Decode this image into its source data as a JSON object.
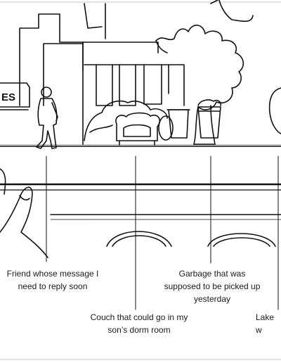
{
  "illustration": {
    "sign_text": "ES",
    "stroke_color": "#111111",
    "background_color": "#ffffff"
  },
  "captions": {
    "friend": [
      "Friend whose message I",
      "need to reply soon"
    ],
    "garbage": [
      "Garbage that was",
      "supposed to be picked up",
      "yesterday"
    ],
    "couch": [
      "Couch that could go in my",
      "son’s dorm room"
    ],
    "lake": [
      "Lake",
      "w"
    ]
  }
}
